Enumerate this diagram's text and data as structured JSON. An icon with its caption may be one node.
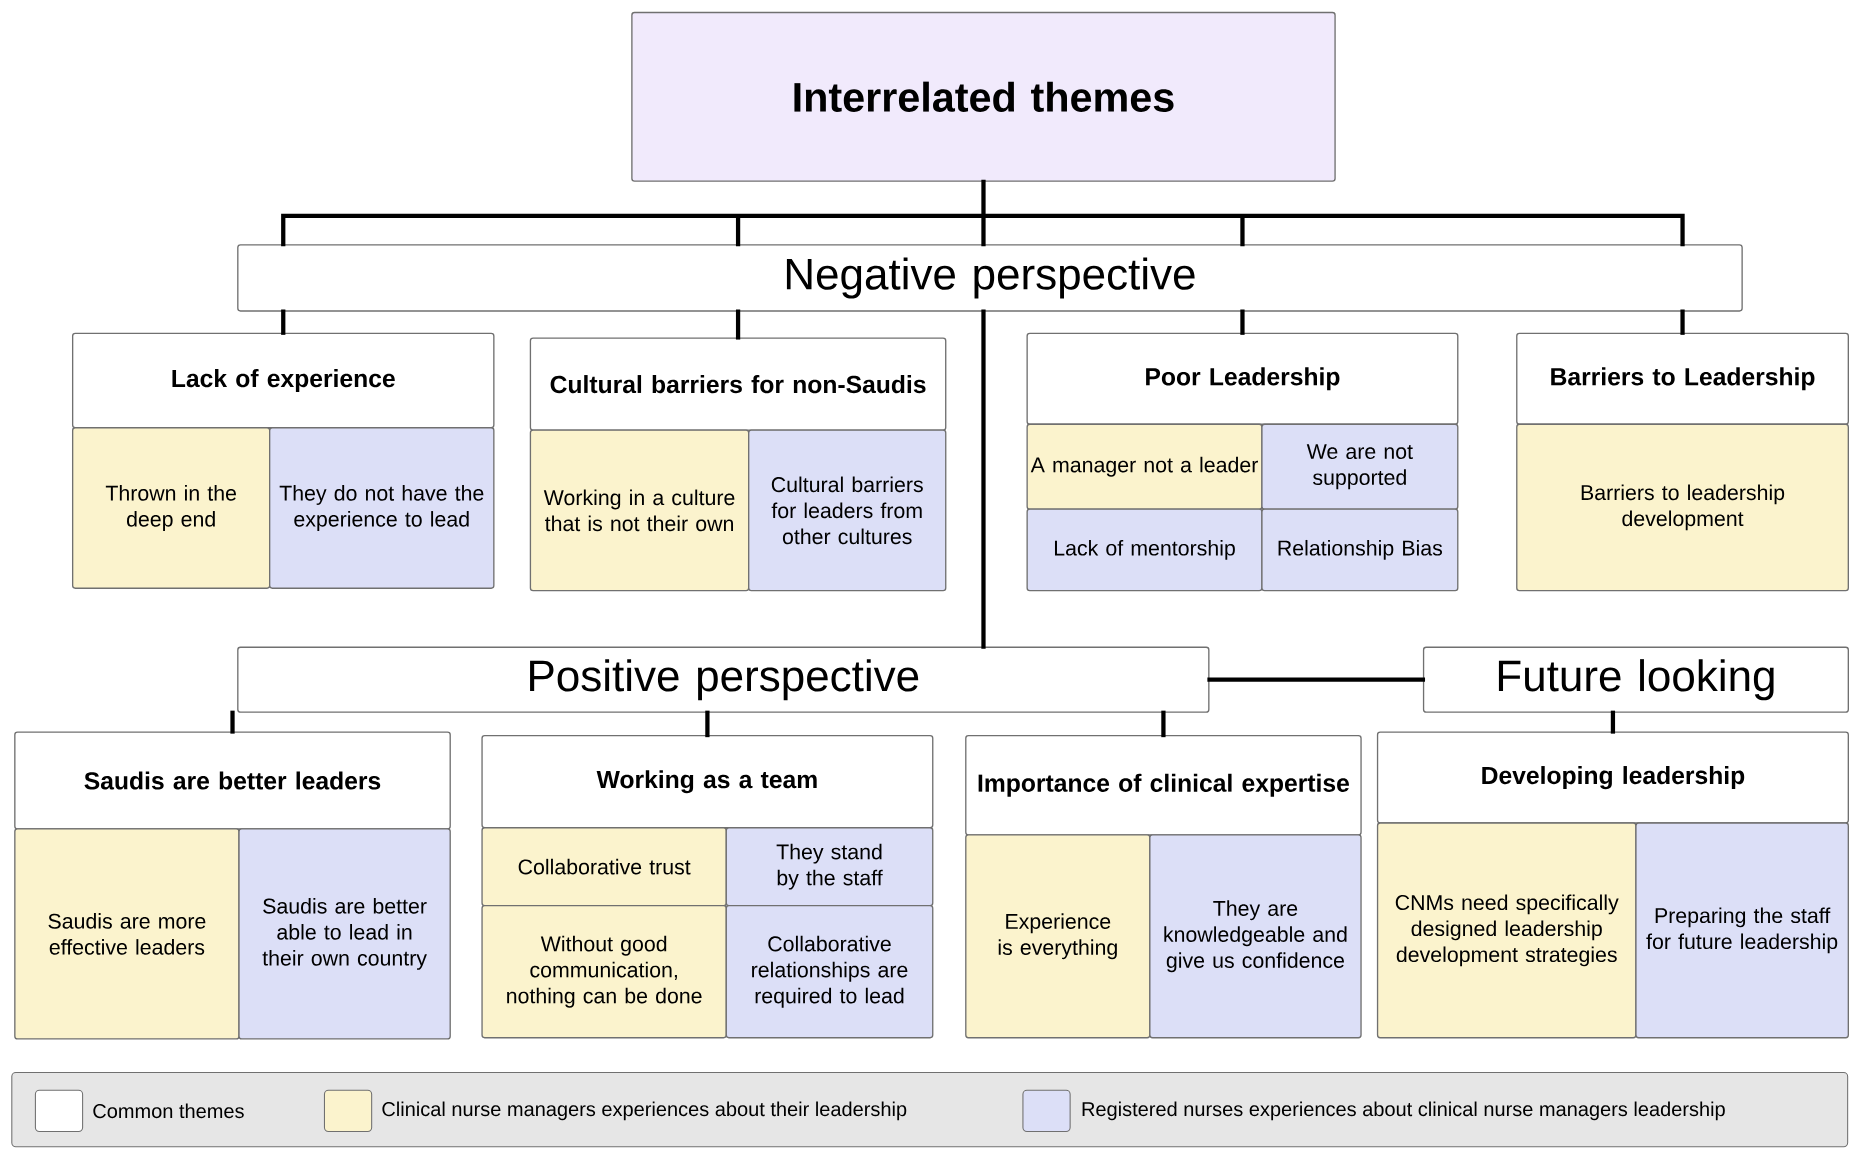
{
  "diagram": {
    "nodes": [
      {
        "text": [
          "Interrelated themes"
        ]
      },
      {
        "text": [
          "Negative perspective"
        ]
      },
      {
        "text": [
          "Lack of experience"
        ]
      },
      {
        "text": [
          "Thrown in the deep end"
        ]
      },
      {
        "text": [
          "They do not have the experience to lead"
        ]
      },
      {
        "text": [
          "Cultural barriers for non-Saudis"
        ]
      },
      {
        "text": [
          "Working in a culture that is not their own"
        ]
      },
      {
        "text": [
          "Cultural barriers for leaders from other cultures"
        ]
      },
      {
        "text": [
          "Poor Leadership"
        ]
      },
      {
        "text": [
          "A manager not a leader"
        ]
      },
      {
        "text": [
          "We are not supported"
        ]
      },
      {
        "text": [
          "Lack of mentorship"
        ]
      },
      {
        "text": [
          "Relationship Bias"
        ]
      },
      {
        "text": [
          "Barriers to Leadership"
        ]
      },
      {
        "text": [
          "Barriers to leadership development"
        ]
      },
      {
        "text": [
          "Positive perspective"
        ]
      },
      {
        "text": [
          "Future looking"
        ]
      },
      {
        "text": [
          "Saudis are better leaders"
        ]
      },
      {
        "text": [
          "Saudis are more effective leaders"
        ]
      },
      {
        "text": [
          "Saudis are better able to lead in their own country"
        ]
      },
      {
        "text": [
          "Working as a team"
        ]
      },
      {
        "text": [
          "Collaborative trust"
        ]
      },
      {
        "text": [
          "They stand by the staff"
        ]
      },
      {
        "text": [
          "Without good communication, nothing can be done"
        ]
      },
      {
        "text": [
          "Collaborative relationships are required to lead"
        ]
      },
      {
        "text": [
          "Importance of clinical expertise"
        ]
      },
      {
        "text": [
          "Experience is everything"
        ]
      },
      {
        "text": [
          "They are knowledgeable and give us confidence"
        ]
      },
      {
        "text": [
          "Developing leadership"
        ]
      },
      {
        "text": [
          "CNMs need specifically designed leadership development strategies"
        ]
      },
      {
        "text": [
          "Preparing the staff for future leadership"
        ]
      }
    ],
    "edges": [
      {
        "from": 0,
        "to": 1,
        "arrow": "none"
      },
      {
        "from": 1,
        "to": 2,
        "arrow": "none"
      },
      {
        "from": 1,
        "to": 5,
        "arrow": "none"
      },
      {
        "from": 1,
        "to": 8,
        "arrow": "none"
      },
      {
        "from": 1,
        "to": 13,
        "arrow": "none"
      },
      {
        "from": 1,
        "to": 15,
        "arrow": "none"
      },
      {
        "from": 15,
        "to": 17,
        "arrow": "none"
      },
      {
        "from": 15,
        "to": 20,
        "arrow": "none"
      },
      {
        "from": 15,
        "to": 25,
        "arrow": "none"
      },
      {
        "from": 15,
        "to": 16,
        "arrow": "none"
      },
      {
        "from": 16,
        "to": 28,
        "arrow": "none"
      }
    ],
    "legend": [
      {
        "text": "Common themes",
        "color": "#ffffff"
      },
      {
        "text": "Clinical nurse managers experiences about their leadership",
        "color": "#fbf3cd"
      },
      {
        "text": "Registered nurses experiences about clinical nurse managers leadership",
        "color": "#dcdff7"
      }
    ]
  }
}
